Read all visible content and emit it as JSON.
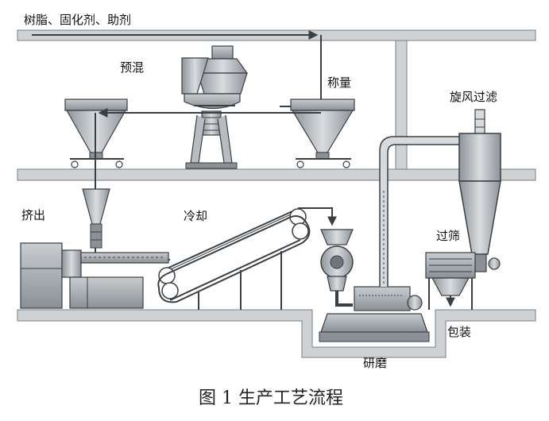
{
  "labels": {
    "raw_materials": "树脂、固化剂、助剂",
    "premix": "预混",
    "weighing": "称量",
    "cyclone_filter": "旋风过滤",
    "extrusion": "挤出",
    "cooling": "冷却",
    "sieving": "过筛",
    "packaging": "包装",
    "grinding": "研磨"
  },
  "caption": "图 1 生产工艺流程",
  "colors": {
    "floor": "#cfd2d5",
    "equipment": "#9ea3a7",
    "equipment_dark": "#6f757a",
    "line": "#3a3f44",
    "flow": "#444a50"
  }
}
